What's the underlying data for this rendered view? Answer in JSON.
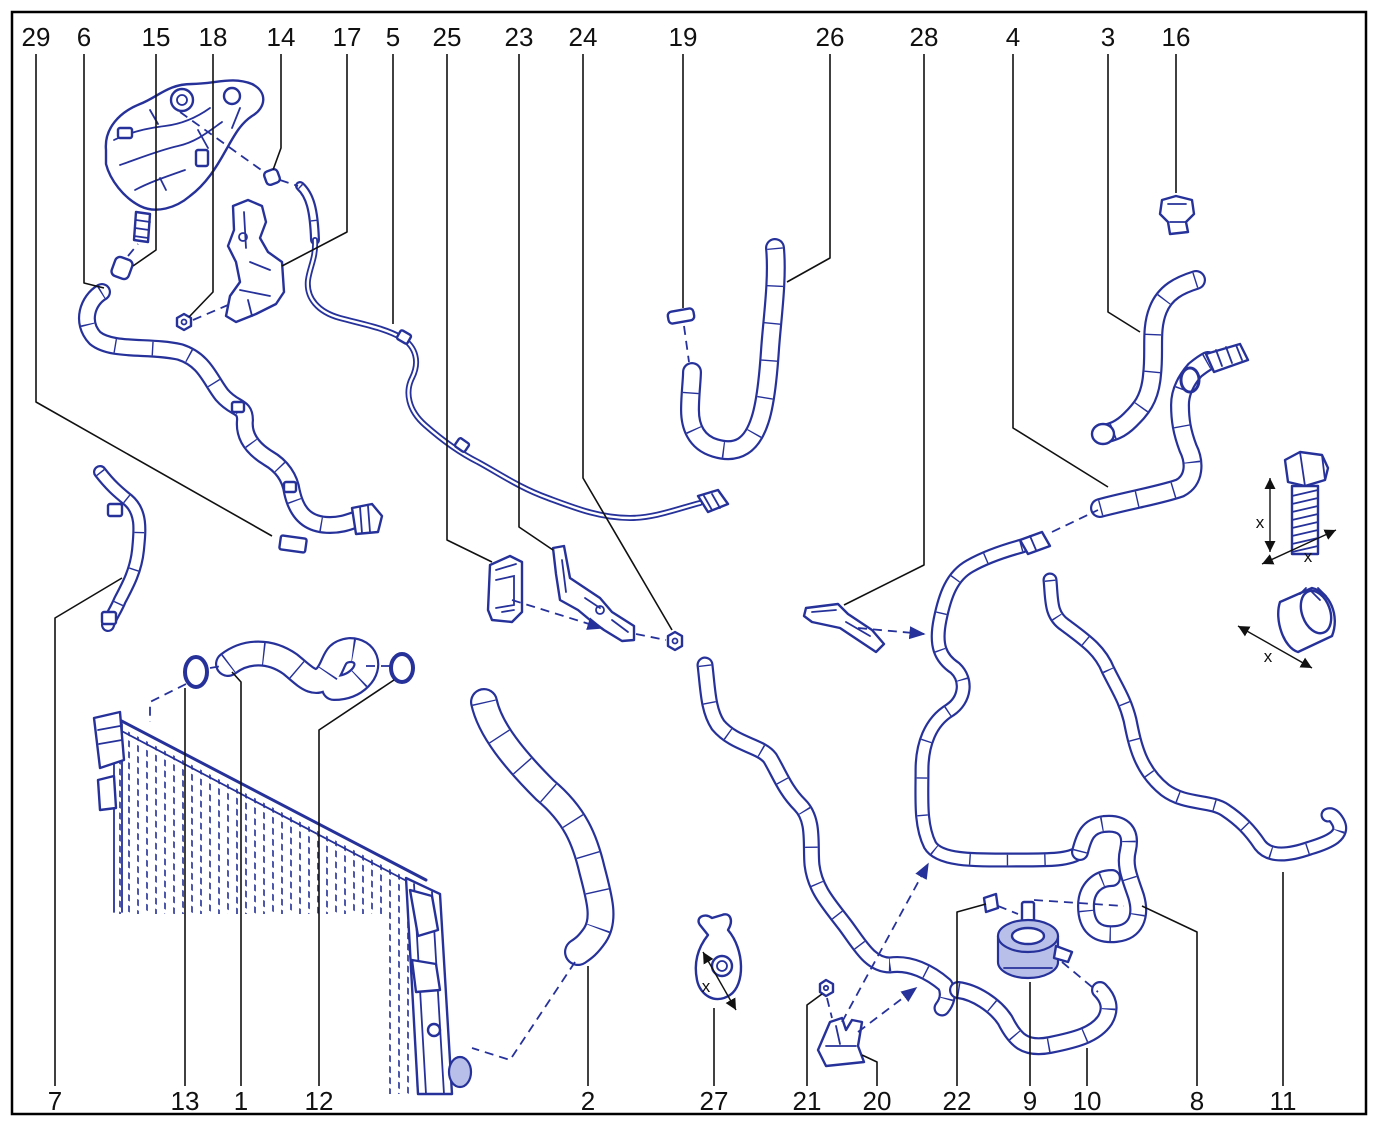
{
  "diagram": {
    "callouts_top": [
      "29",
      "6",
      "15",
      "18",
      "14",
      "17",
      "5",
      "25",
      "23",
      "24",
      "19",
      "26",
      "28",
      "4",
      "3",
      "16"
    ],
    "callouts_bottom": [
      "7",
      "13",
      "1",
      "12",
      "2",
      "27",
      "21",
      "20",
      "22",
      "9",
      "10",
      "8",
      "11"
    ],
    "dimension_marks": [
      "x",
      "x",
      "x",
      "x"
    ]
  },
  "colors": {
    "line_art": "#26329a",
    "leader_lines": "#111111",
    "pump_fill": "#b8bfe9"
  }
}
